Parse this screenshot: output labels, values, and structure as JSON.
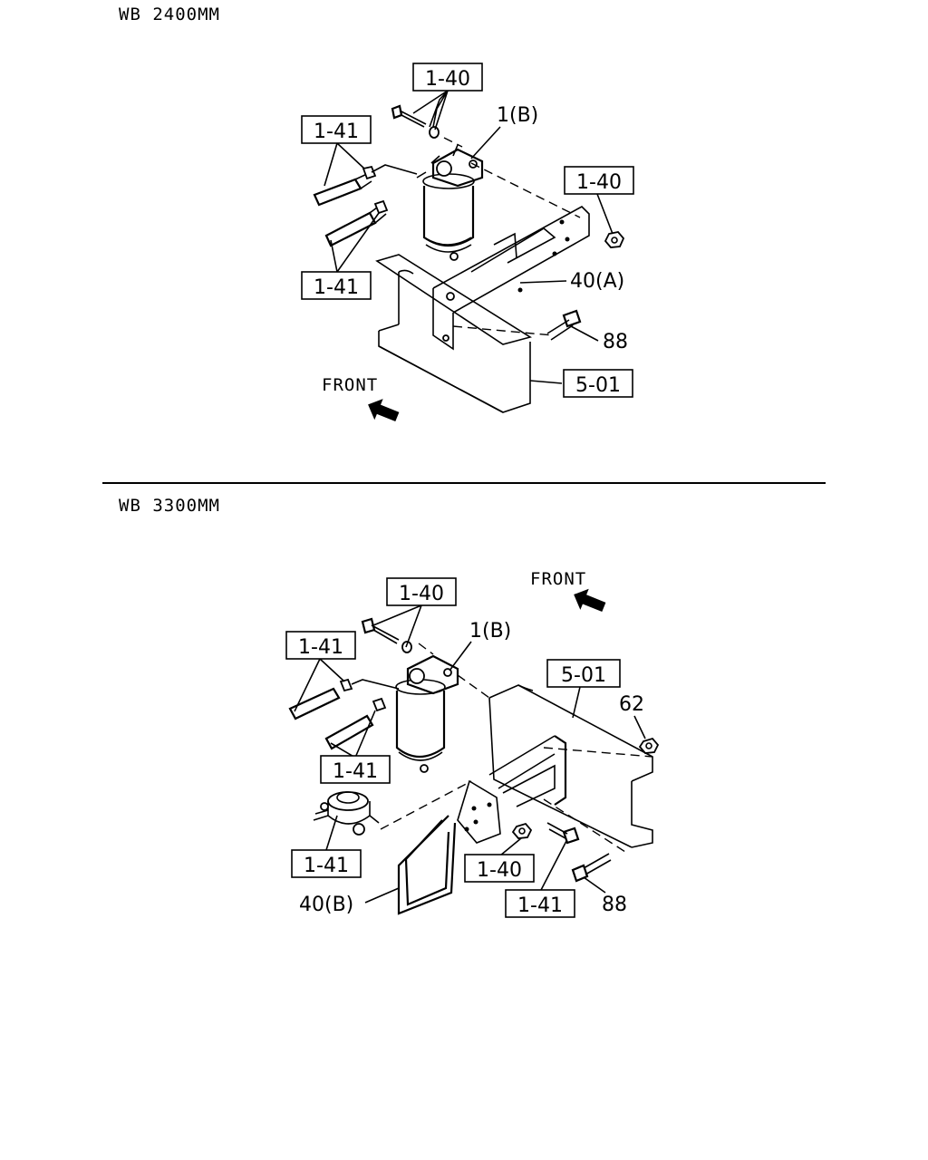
{
  "sections": [
    {
      "title": "WB 2400MM",
      "front_label": "FRONT",
      "callouts": {
        "c1": "1-40",
        "c2": "1-41",
        "c3": "1(B)",
        "c4": "1-40",
        "c5": "1-41",
        "c6": "40(A)",
        "c7": "88",
        "c8": "5-01"
      }
    },
    {
      "title": "WB 3300MM",
      "front_label": "FRONT",
      "callouts": {
        "c1": "1-40",
        "c2": "1-41",
        "c3": "1(B)",
        "c4": "5-01",
        "c5": "62",
        "c6": "1-41",
        "c7": "1-41",
        "c8": "1-40",
        "c9": "40(B)",
        "c10": "1-41",
        "c11": "88"
      }
    }
  ]
}
